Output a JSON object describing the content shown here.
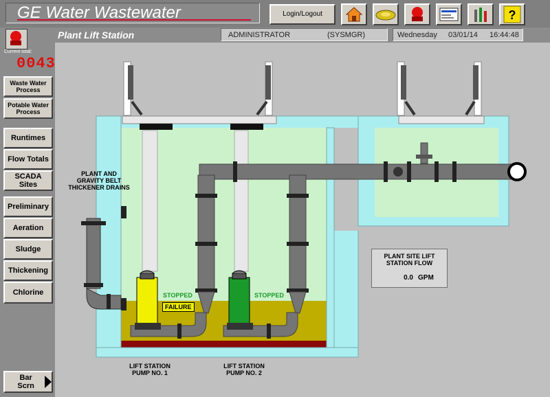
{
  "app": {
    "title": "GE Water Wastewater"
  },
  "toolbar": {
    "login_label": "Login/Logout",
    "icons": [
      "home-icon",
      "network-icon",
      "alarm-icon",
      "screen-icon",
      "tools-icon",
      "help-icon"
    ],
    "help_glyph": "?"
  },
  "header": {
    "screen_title": "Plant Lift Station",
    "user": "ADMINISTRATOR",
    "group": "(SYSMGR)",
    "day": "Wednesday",
    "date": "03/01/14",
    "time": "16:44:48"
  },
  "alarm": {
    "label": "Current total:",
    "count": "0043"
  },
  "sidebar": {
    "items": [
      {
        "label": "Waste Water Process"
      },
      {
        "label": "Potable Water Process"
      },
      {
        "label": "Runtimes"
      },
      {
        "label": "Flow Totals"
      },
      {
        "label": "SCADA Sites"
      },
      {
        "label": "Preliminary"
      },
      {
        "label": "Aeration"
      },
      {
        "label": "Sludge"
      },
      {
        "label": "Thickening"
      },
      {
        "label": "Chlorine"
      }
    ],
    "bar_screen": "Bar Scrn"
  },
  "process": {
    "drains_label": "PLANT AND GRAVITY BELT THICKENER DRAINS",
    "pump1": {
      "status": "STOPPED",
      "fault": "FAILURE",
      "label": "LIFT STATION PUMP NO. 1",
      "color": "#f0f000"
    },
    "pump2": {
      "status": "STOPPED",
      "label": "LIFT STATION PUMP NO. 2",
      "color": "#1a9a2a"
    },
    "flow": {
      "title": "PLANT SITE LIFT STATION FLOW",
      "value": "0.0",
      "unit": "GPM"
    }
  },
  "colors": {
    "wetwell": "#ccf2cc",
    "basin": "#aaeef0",
    "sludge": "#bfae00",
    "pipe": "#757575",
    "alarm_red": "#e01010"
  }
}
